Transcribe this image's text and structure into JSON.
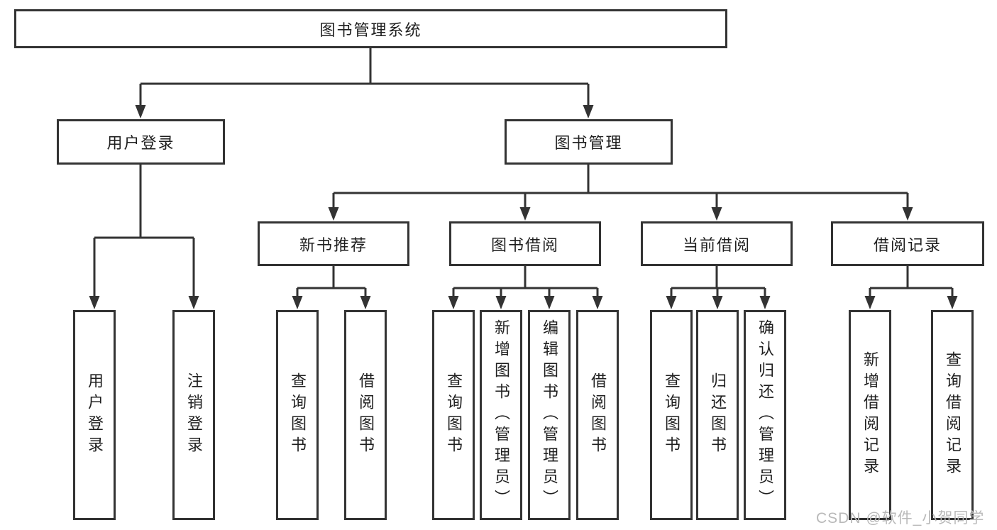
{
  "tree": {
    "label": "图书管理系统",
    "children": [
      {
        "label": "用户登录",
        "children": [
          {
            "label": "用户登录"
          },
          {
            "label": "注销登录"
          }
        ]
      },
      {
        "label": "图书管理",
        "children": [
          {
            "label": "新书推荐",
            "children": [
              {
                "label": "查询图书"
              },
              {
                "label": "借阅图书"
              }
            ]
          },
          {
            "label": "图书借阅",
            "children": [
              {
                "label": "查询图书"
              },
              {
                "label": "新增图书（管理员）"
              },
              {
                "label": "编辑图书（管理员）"
              },
              {
                "label": "借阅图书"
              }
            ]
          },
          {
            "label": "当前借阅",
            "children": [
              {
                "label": "查询图书"
              },
              {
                "label": "归还图书"
              },
              {
                "label": "确认归还（管理员）"
              }
            ]
          },
          {
            "label": "借阅记录",
            "children": [
              {
                "label": "新增借阅记录"
              },
              {
                "label": "查询借阅记录"
              }
            ]
          }
        ]
      }
    ]
  },
  "colors": {
    "line": "#333333",
    "box_border": "#333333",
    "text": "#1f1f1f",
    "watermark": "#b9b9b9",
    "background": "#ffffff"
  },
  "watermark": {
    "text": "CSDN @软件_小贺同学"
  }
}
